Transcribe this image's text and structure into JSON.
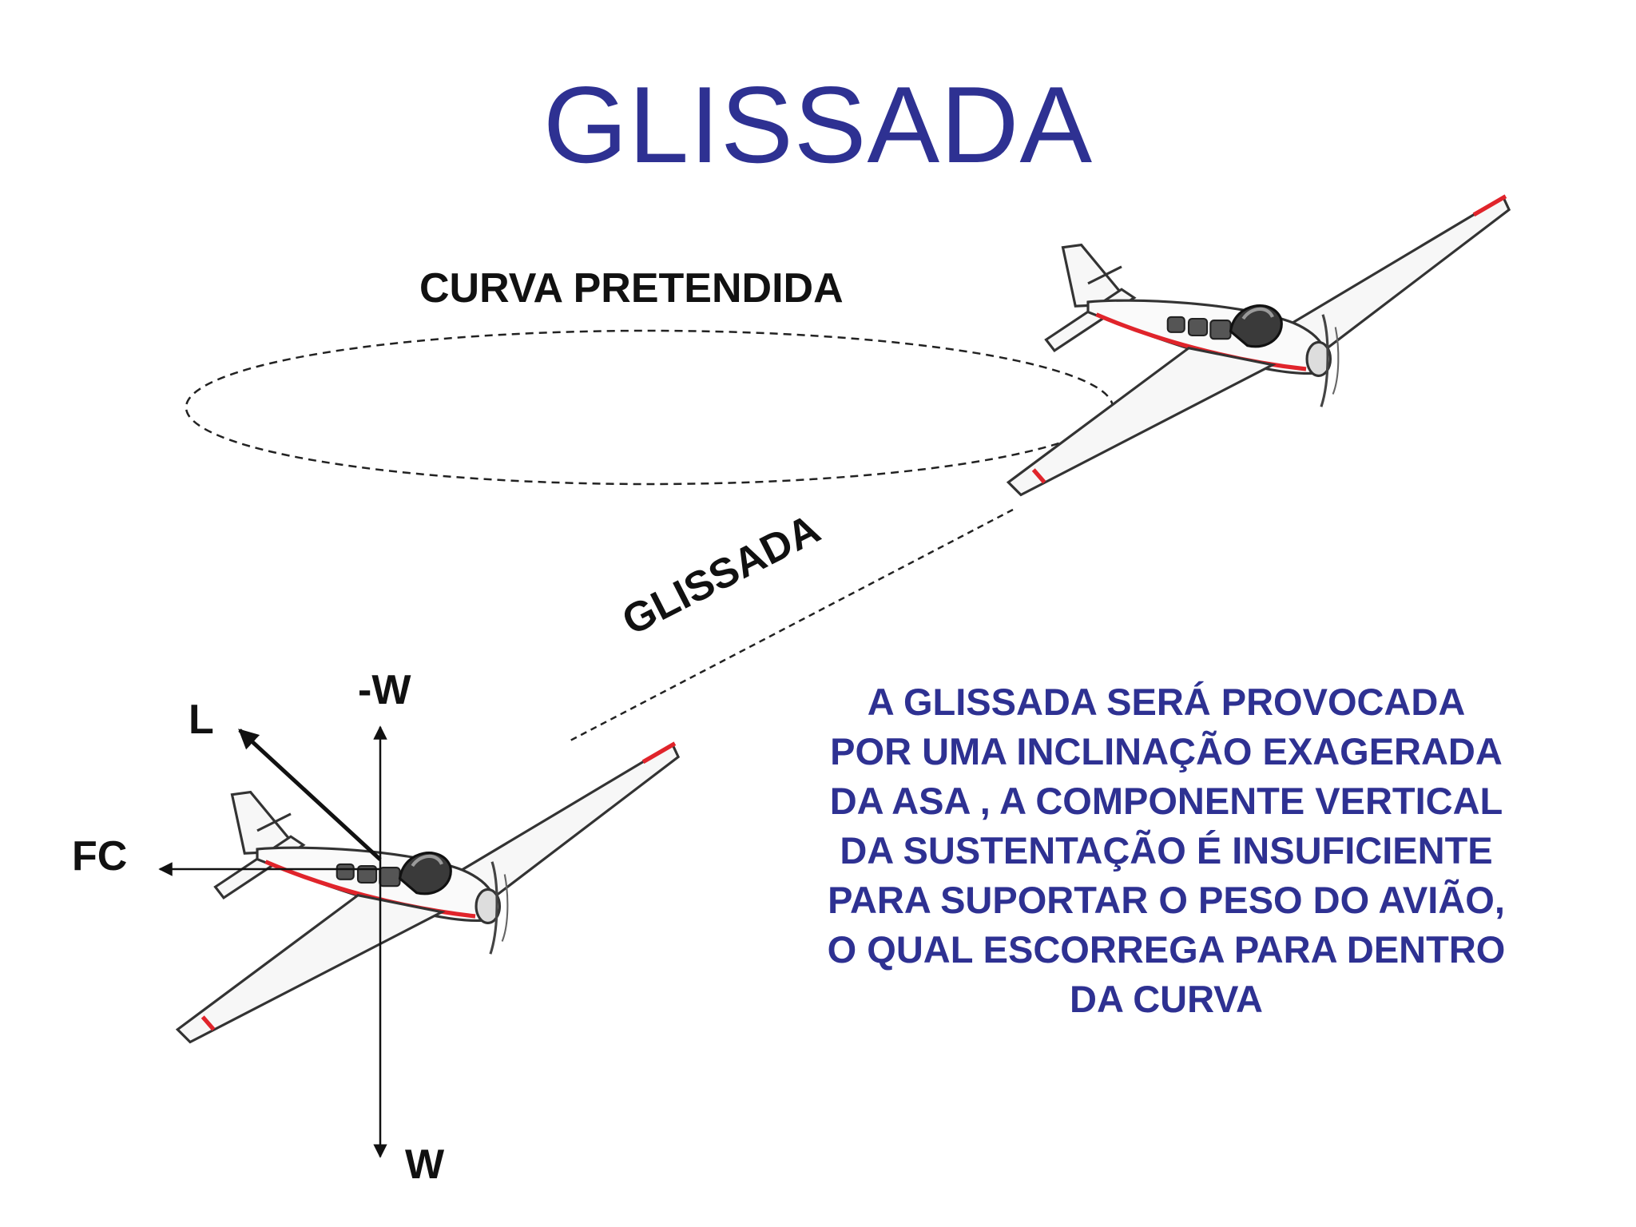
{
  "slide": {
    "title": "GLISSADA",
    "intended_turn_label": "CURVA PRETENDIDA",
    "slip_path_label": "GLISSADA",
    "forces": {
      "minus_w": "-W",
      "lift": "L",
      "centrifugal": "FC",
      "weight": "W"
    },
    "explanation_lines": [
      "A GLISSADA SERÁ PROVOCADA",
      "POR UMA INCLINAÇÃO EXAGERADA",
      "DA ASA , A COMPONENTE VERTICAL",
      "DA SUSTENTAÇÃO É INSUFICIENTE",
      "PARA SUPORTAR O PESO DO AVIÃO,",
      "O QUAL ESCORREGA PARA DENTRO",
      "DA CURVA"
    ]
  },
  "colors": {
    "title": "#2e3192",
    "explanation": "#2e3192",
    "labels": "#111111",
    "stripe": "#e0242b"
  },
  "icons": [
    "airplane-icon"
  ]
}
